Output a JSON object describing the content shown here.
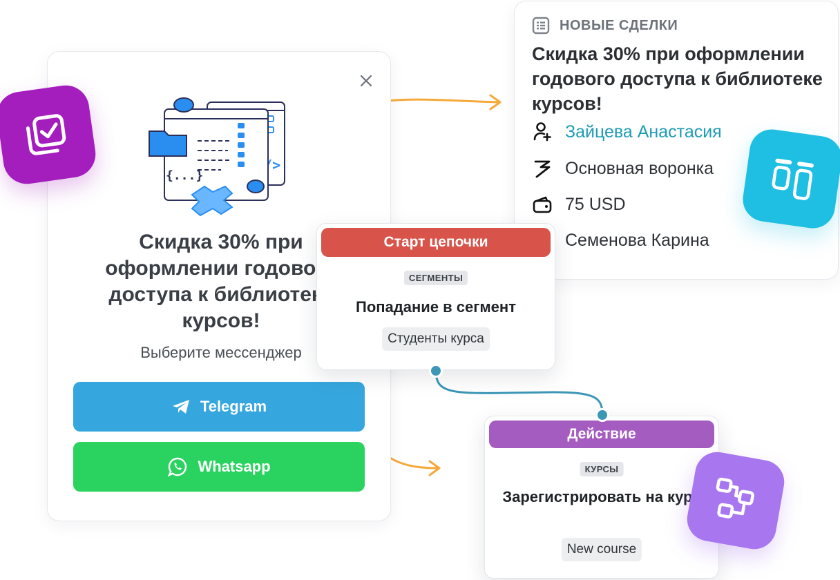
{
  "popup": {
    "close_icon": "close-icon",
    "illustration_icon": "code-window-illustration",
    "title": "Скидка 30% при оформлении годового доступа к библиотеке курсов!",
    "subtitle": "Выберите мессенджер",
    "buttons": {
      "telegram": {
        "label": "Telegram",
        "icon": "telegram-icon",
        "color": "#36a7de"
      },
      "whatsapp": {
        "label": "Whatsapp",
        "icon": "whatsapp-icon",
        "color": "#2ad35f"
      }
    }
  },
  "tiles": {
    "check": {
      "icon": "checkbox-stack-icon",
      "color": "#a41ebd"
    },
    "kanban": {
      "icon": "kanban-icon",
      "color": "#1fbfe3"
    },
    "flow": {
      "icon": "flow-nodes-icon",
      "color": "#a877ef"
    }
  },
  "deal": {
    "header_icon": "list-icon",
    "header_label": "НОВЫЕ СДЕЛКИ",
    "title": "Скидка 30% при оформлении годового доступа к библиотеке курсов!",
    "contact": {
      "icon": "add-user-icon",
      "text": "Зайцева Анастасия",
      "color": "#1d9cb5"
    },
    "funnel": {
      "icon": "funnel-icon",
      "text": "Основная воронка"
    },
    "price": {
      "icon": "wallet-icon",
      "text": "75 USD"
    },
    "owner": {
      "text": "Семенова Карина"
    }
  },
  "flow": {
    "start": {
      "header": "Старт цепочки",
      "badge": "СЕГМЕНТЫ",
      "main": "Попадание в сегмент",
      "chip": "Студенты курса",
      "color": "#d8544a"
    },
    "action": {
      "header": "Действие",
      "badge": "КУРСЫ",
      "main": "Зарегистрировать на курс",
      "chip": "New course",
      "color": "#a55cc0"
    }
  }
}
